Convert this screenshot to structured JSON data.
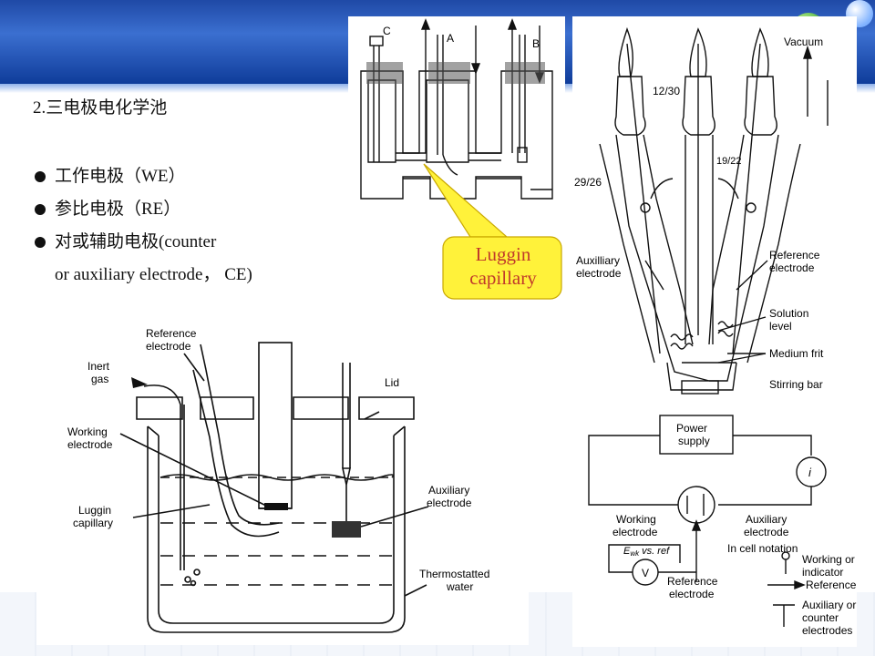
{
  "slide": {
    "title": "2.三电极电化学池",
    "bullets": [
      "工作电极（WE）",
      "参比电极（RE）",
      "对或辅助电极(counter"
    ],
    "bullet_continuation": "or auxiliary electrode， CE)"
  },
  "callout": {
    "label_line1": "Luggin",
    "label_line2": "capillary"
  },
  "cell_top_diagram": {
    "label_c": "C",
    "label_a": "A",
    "label_b": "B"
  },
  "h_cell_diagram": {
    "vacuum": "Vacuum",
    "joint_12_30": "12/30",
    "joint_19_22": "19/22",
    "joint_29_26": "29/26",
    "auxiliary_electrode": [
      "Auxilliary",
      "electrode"
    ],
    "reference_electrode": [
      "Reference",
      "electrode"
    ],
    "solution_level": [
      "Solution",
      "level"
    ],
    "medium_frit": "Medium frit",
    "stirring_bar": "Stirring bar"
  },
  "beaker_diagram": {
    "reference_electrode": [
      "Reference",
      "electrode"
    ],
    "inert_gas": [
      "Inert",
      "gas"
    ],
    "lid": "Lid",
    "working_electrode": [
      "Working",
      "electrode"
    ],
    "luggin_capillary": [
      "Luggin",
      "capillary"
    ],
    "auxiliary_electrode": [
      "Auxiliary",
      "electrode"
    ],
    "thermostatted_water": [
      "Thermostatted",
      "water"
    ]
  },
  "circuit_diagram": {
    "power_supply": [
      "Power",
      "supply"
    ],
    "current_symbol": "i",
    "working_electrode": [
      "Working",
      "electrode"
    ],
    "auxiliary_electrode": [
      "Auxiliary",
      "electrode"
    ],
    "potential_label": "E",
    "potential_subscript": "wk",
    "potential_vs": " vs. ref",
    "voltmeter": "V",
    "in_cell_notation": "In cell notation",
    "reference_electrode": [
      "Reference",
      "electrode"
    ],
    "legend_working": [
      "Working or",
      "indicator"
    ],
    "legend_reference": "Reference",
    "legend_auxiliary": [
      "Auxiliary or",
      "counter",
      "electrodes"
    ]
  },
  "colors": {
    "banner": "#1f49a6",
    "callout_fill": "#fff23a",
    "callout_text": "#c0392b",
    "line": "#111111"
  }
}
